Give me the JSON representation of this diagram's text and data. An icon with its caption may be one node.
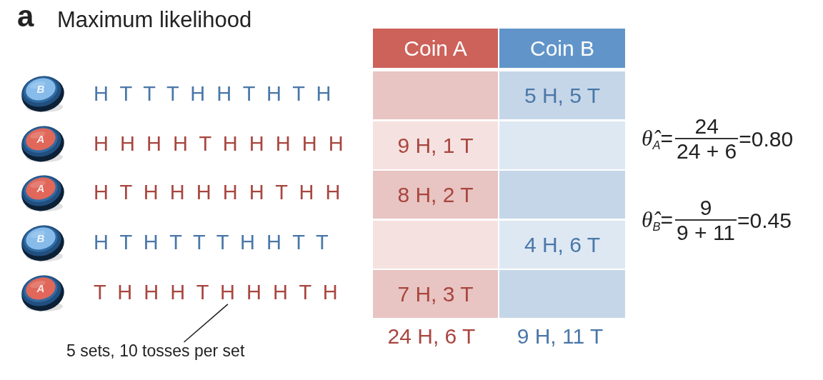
{
  "diagram": {
    "title": "Maximum likelihood",
    "nodes": [
      {
        "text": [
          "B"
        ]
      },
      {
        "text": [
          "A"
        ]
      },
      {
        "text": [
          "A"
        ]
      },
      {
        "text": [
          "B"
        ]
      },
      {
        "text": [
          "A"
        ]
      },
      {
        "text": [
          "T H H H T H H H T H"
        ]
      },
      {
        "text": [
          "5 sets, 10 tosses per set"
        ]
      }
    ],
    "edges": [
      {
        "from": 6,
        "to": 5,
        "arrow": "none"
      }
    ],
    "labels": [
      "a",
      "H T T T H H T H T H",
      "H H H H T H H H H H",
      "H T H H H H H T H H",
      "H T H T T T H H T T",
      "Coin A",
      "Coin B",
      "5 H, 5 T",
      "9 H, 1 T",
      "8 H, 2 T",
      "4 H, 6 T",
      "7 H, 3 T",
      "24 H, 6 T",
      "9 H, 11 T",
      "*θ̂*$_{A}$=",
      "24",
      "24 + 6",
      "=0.80",
      "*θ̂*$_{B}$=",
      "9",
      "9 + 11",
      "=0.45"
    ]
  }
}
